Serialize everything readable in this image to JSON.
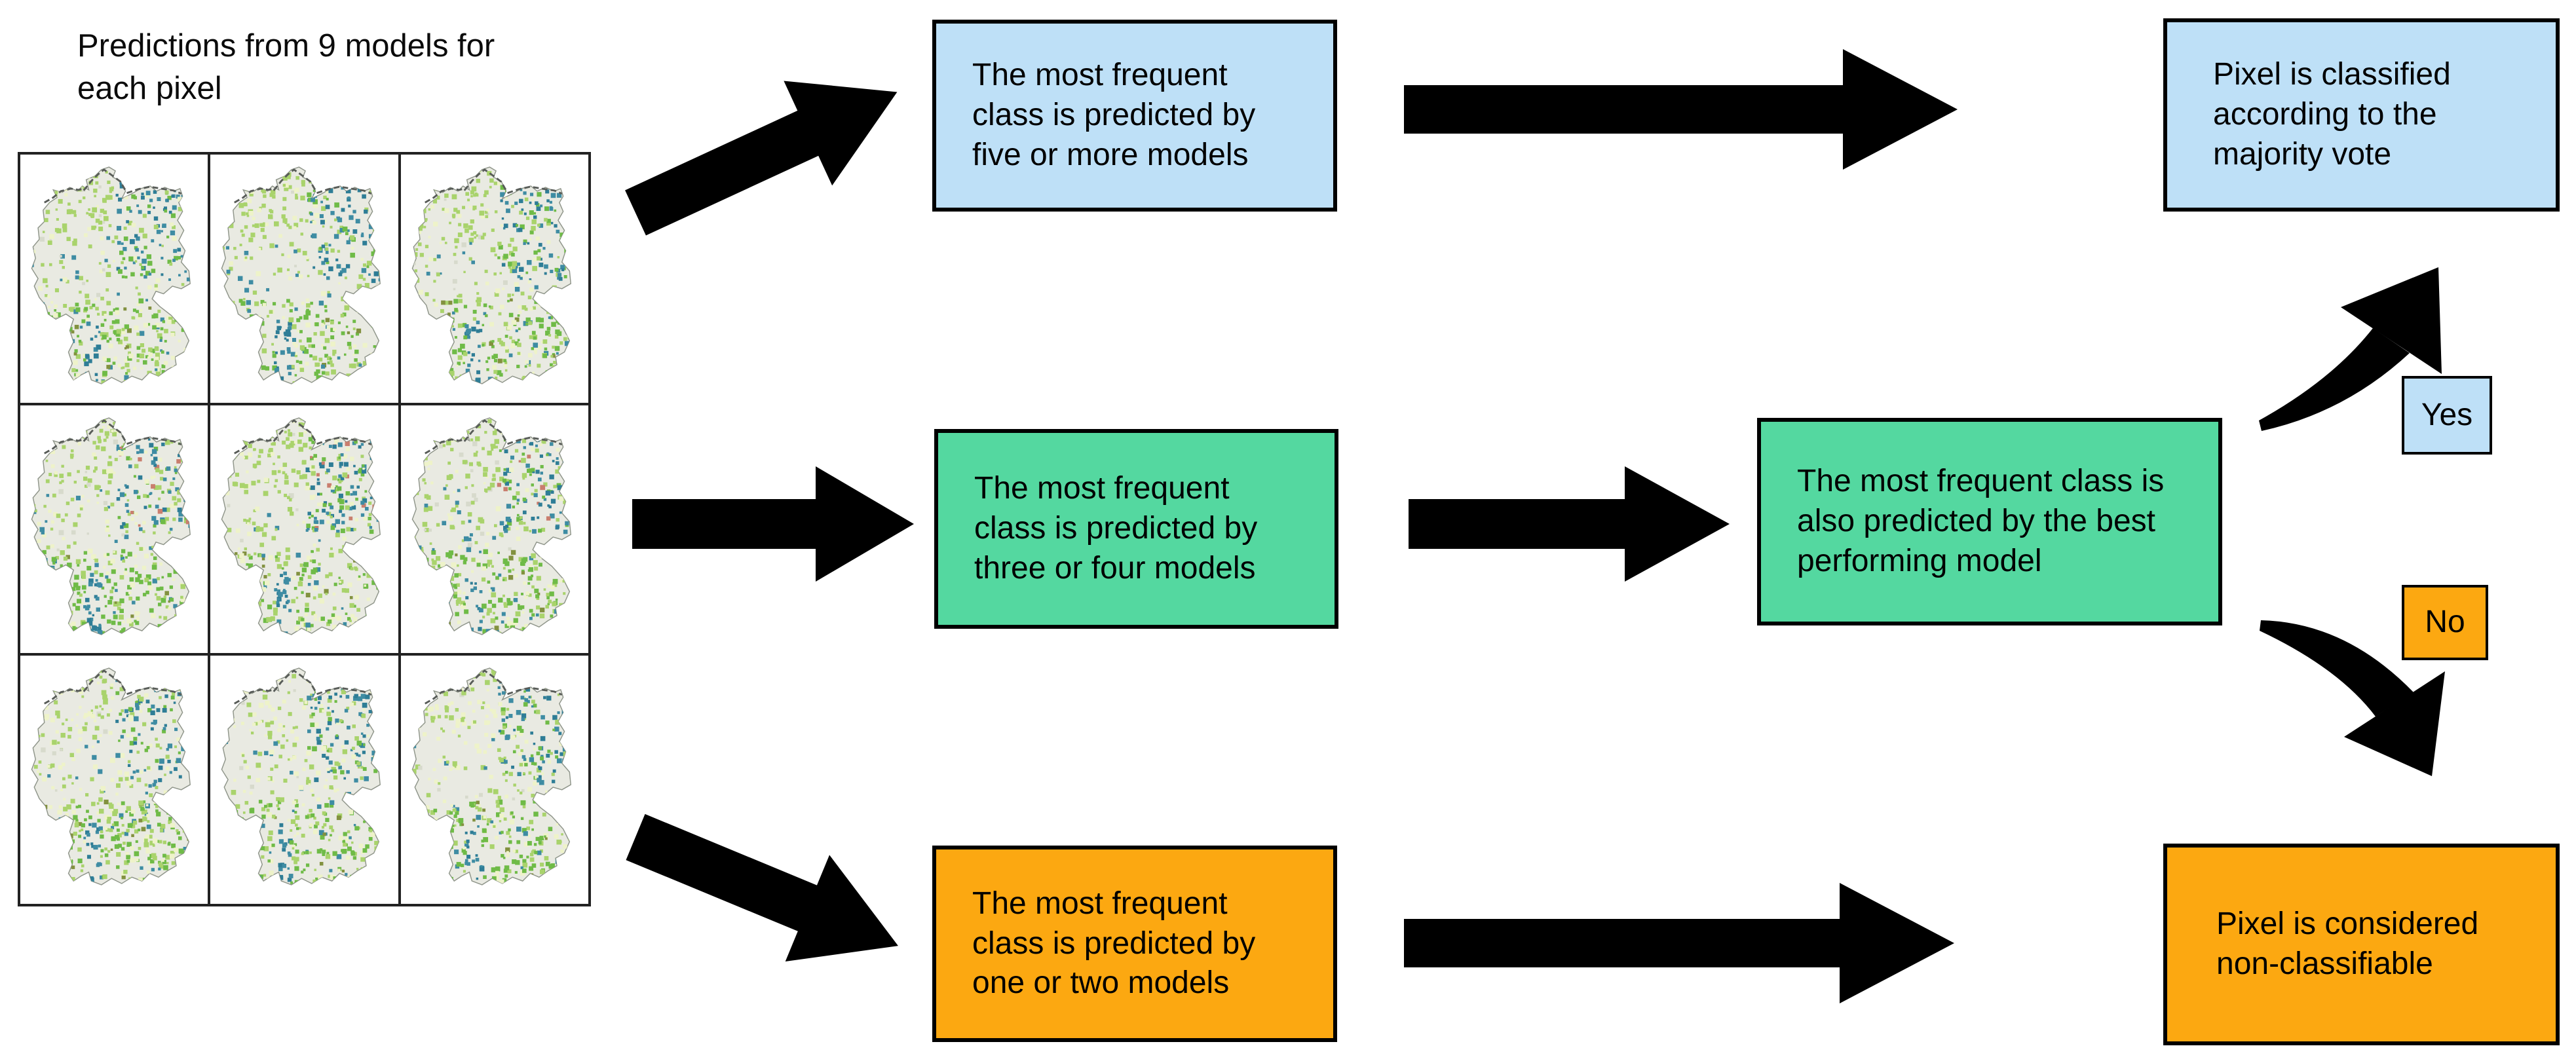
{
  "title": {
    "text": "Predictions from 9 models for each pixel"
  },
  "map_grid": {
    "rows": 3,
    "cols": 3,
    "map_label": "Land-cover prediction map of Germany",
    "palette": {
      "base": "#e9eae2",
      "outline": "#8f958a",
      "coast": "#585c58",
      "green_dark": "#6fbb47",
      "green_light": "#a9d36c",
      "pale_yellow": "#eef3c9",
      "teal": "#3e8ca3",
      "teal_dark": "#2e7d96",
      "olive": "#82913f",
      "salmon": "#c97e6e",
      "gray_speck": "#d7dacc"
    }
  },
  "flow": {
    "box_five_or_more": {
      "text": "The most frequent class is predicted by five or more models",
      "fill": "#bee0f7"
    },
    "box_three_or_four": {
      "text": "The most frequent class is predicted by three or four models",
      "fill": "#54d8a0"
    },
    "box_one_or_two": {
      "text": "The most frequent class is predicted by one or two models",
      "fill": "#fca811"
    },
    "box_best_model": {
      "text": "The most frequent class is also predicted by the best performing model",
      "fill": "#54d8a0"
    },
    "box_majority_vote": {
      "text": "Pixel is classified according to the majority vote",
      "fill": "#bee0f7"
    },
    "box_non_classifiable": {
      "text": "Pixel is considered non-classifiable",
      "fill": "#fca811"
    }
  },
  "labels": {
    "yes": {
      "text": "Yes",
      "fill": "#bee0f7"
    },
    "no": {
      "text": "No",
      "fill": "#fca811"
    }
  },
  "colors": {
    "arrow": "#000000",
    "border": "#000000",
    "grid_line": "#222222"
  }
}
